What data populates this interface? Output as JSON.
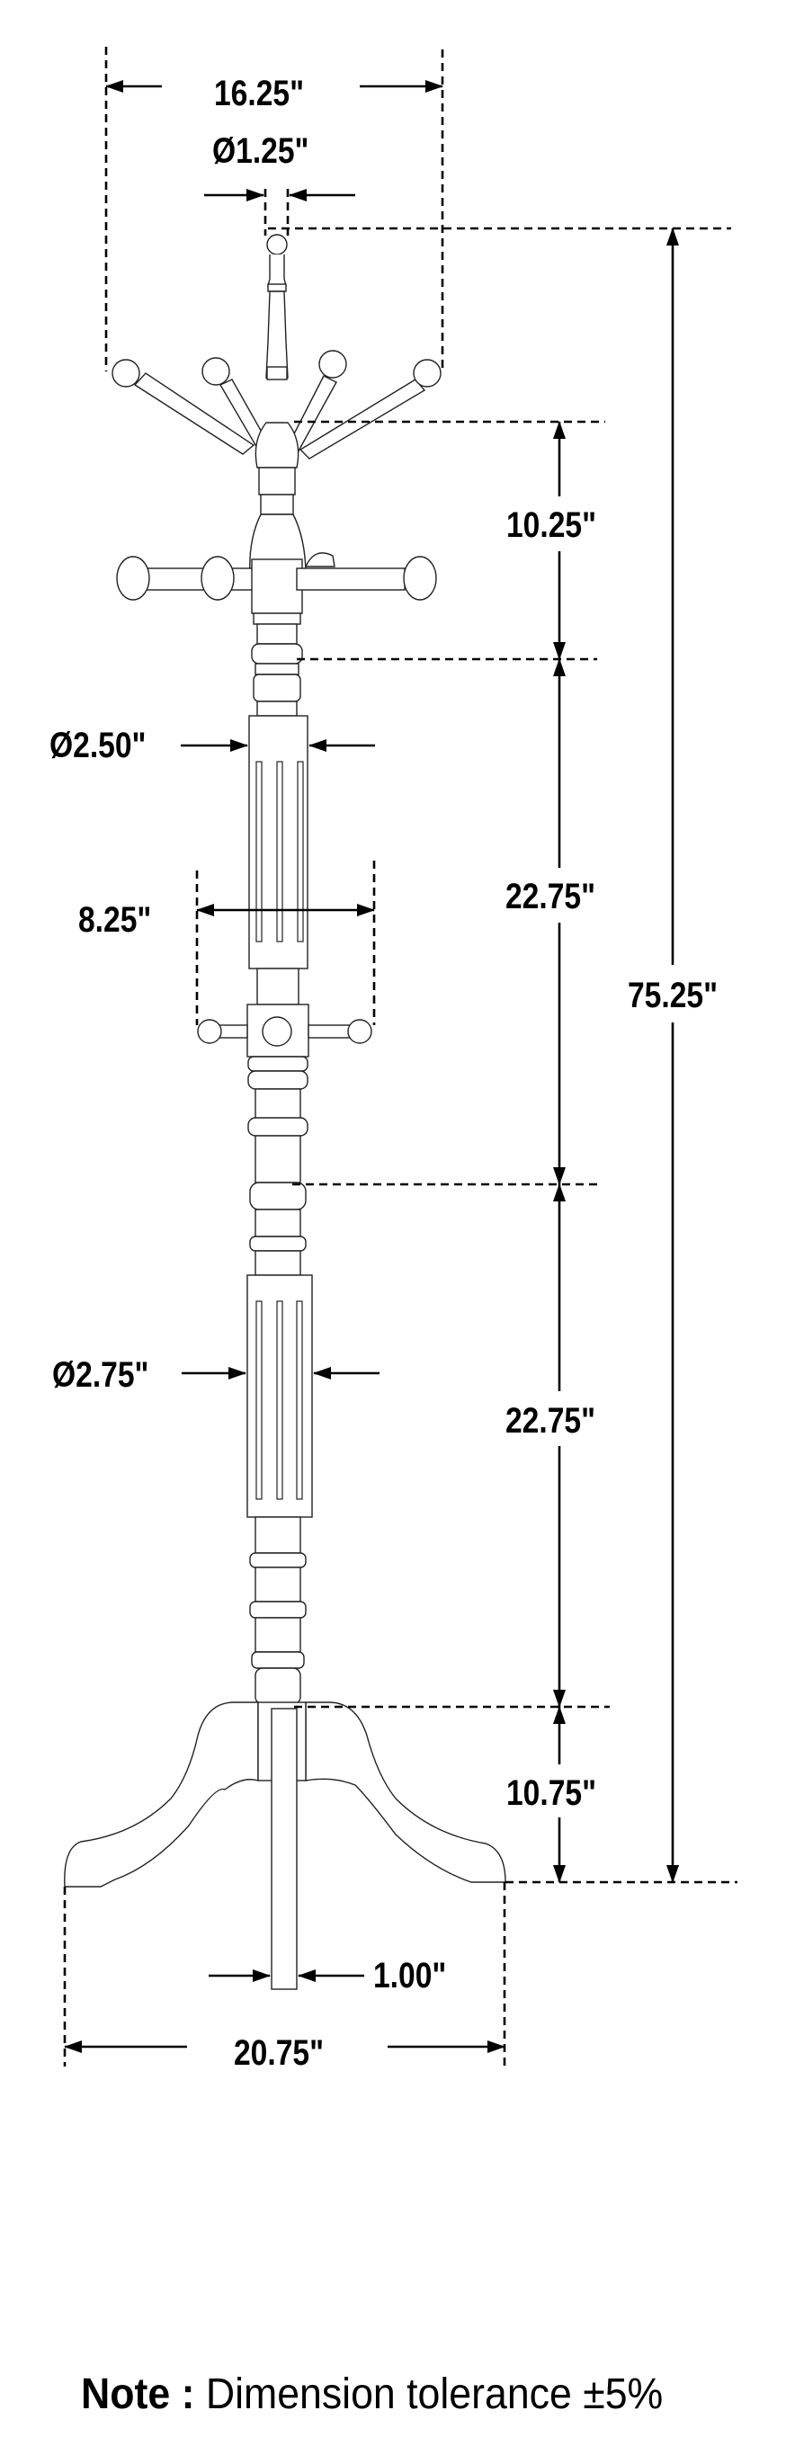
{
  "diagram": {
    "subject": "coat rack",
    "colors": {
      "line": "#000000",
      "background": "#ffffff"
    },
    "dimensions": {
      "top_width": {
        "label": "16.25\"",
        "value_in": 16.25,
        "orientation": "horizontal"
      },
      "finial_diameter": {
        "label": "Ø1.25\"",
        "value_in": 1.25,
        "orientation": "horizontal"
      },
      "top_hook_section_height": {
        "label": "10.25\"",
        "value_in": 10.25,
        "orientation": "vertical"
      },
      "upper_pole_diameter": {
        "label": "Ø2.50\"",
        "value_in": 2.5,
        "orientation": "horizontal"
      },
      "middle_hook_width": {
        "label": "8.25\"",
        "value_in": 8.25,
        "orientation": "horizontal"
      },
      "upper_pole_height": {
        "label": "22.75\"",
        "value_in": 22.75,
        "orientation": "vertical"
      },
      "lower_pole_height": {
        "label": "22.75\"",
        "value_in": 22.75,
        "orientation": "vertical"
      },
      "lower_pole_diameter": {
        "label": "Ø2.75\"",
        "value_in": 2.75,
        "orientation": "horizontal"
      },
      "base_height": {
        "label": "10.75\"",
        "value_in": 10.75,
        "orientation": "vertical"
      },
      "overall_height": {
        "label": "75.25\"",
        "value_in": 75.25,
        "orientation": "vertical"
      },
      "leg_thickness": {
        "label": "1.00\"",
        "value_in": 1.0,
        "orientation": "horizontal"
      },
      "base_width": {
        "label": "20.75\"",
        "value_in": 20.75,
        "orientation": "horizontal"
      }
    },
    "note": {
      "label": "Note :",
      "text": " Dimension tolerance ±5%"
    }
  }
}
